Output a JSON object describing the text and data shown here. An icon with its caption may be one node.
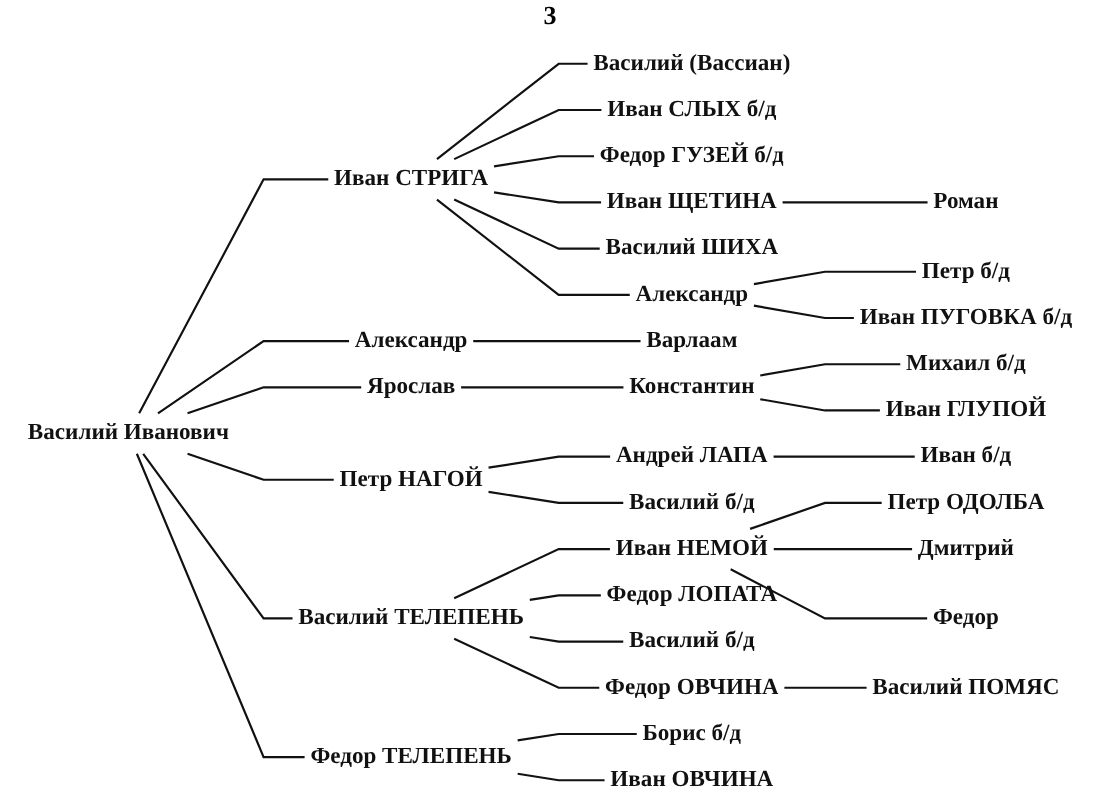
{
  "diagram": {
    "nodes": [
      {
        "text": [
          "Василий Иванович"
        ]
      },
      {
        "text": [
          "Иван СТРИГА"
        ]
      },
      {
        "text": [
          "Василий (Вассиан)"
        ]
      },
      {
        "text": [
          "Иван СЛЫХ б/д"
        ]
      },
      {
        "text": [
          "Федор ГУЗЕЙ б/д"
        ]
      },
      {
        "text": [
          "Иван ЩЕТИНА"
        ]
      },
      {
        "text": [
          "Роман"
        ]
      },
      {
        "text": [
          "Василий ШИХА"
        ]
      },
      {
        "text": [
          "Александр"
        ]
      },
      {
        "text": [
          "Петр б/д"
        ]
      },
      {
        "text": [
          "Иван ПУГОВКА б/д"
        ]
      },
      {
        "text": [
          "Александр"
        ]
      },
      {
        "text": [
          "Варлаам"
        ]
      },
      {
        "text": [
          "Ярослав"
        ]
      },
      {
        "text": [
          "Константин"
        ]
      },
      {
        "text": [
          "Михаил б/д"
        ]
      },
      {
        "text": [
          "Иван ГЛУПОЙ"
        ]
      },
      {
        "text": [
          "Петр НАГОЙ"
        ]
      },
      {
        "text": [
          "Андрей ЛАПА"
        ]
      },
      {
        "text": [
          "Иван б/д"
        ]
      },
      {
        "text": [
          "Василий б/д"
        ]
      },
      {
        "text": [
          "Василий ТЕЛЕПЕНЬ"
        ]
      },
      {
        "text": [
          "Иван НЕМОЙ"
        ]
      },
      {
        "text": [
          "Петр ОДОЛБА"
        ]
      },
      {
        "text": [
          "Дмитрий"
        ]
      },
      {
        "text": [
          "Федор"
        ]
      },
      {
        "text": [
          "Федор ЛОПАТА"
        ]
      },
      {
        "text": [
          "Василий б/д"
        ]
      },
      {
        "text": [
          "Федор ОВЧИНА"
        ]
      },
      {
        "text": [
          "Василий ПОМЯС"
        ]
      },
      {
        "text": [
          "Федор ТЕЛЕПЕНЬ"
        ]
      },
      {
        "text": [
          "Борис б/д"
        ]
      },
      {
        "text": [
          "Иван ОВЧИНА"
        ]
      }
    ],
    "edges": [
      {
        "from": 0,
        "to": 1,
        "arrow": "none"
      },
      {
        "from": 1,
        "to": 2,
        "arrow": "none"
      },
      {
        "from": 1,
        "to": 3,
        "arrow": "none"
      },
      {
        "from": 1,
        "to": 4,
        "arrow": "none"
      },
      {
        "from": 1,
        "to": 5,
        "arrow": "none"
      },
      {
        "from": 5,
        "to": 6,
        "arrow": "none"
      },
      {
        "from": 1,
        "to": 7,
        "arrow": "none"
      },
      {
        "from": 1,
        "to": 8,
        "arrow": "none"
      },
      {
        "from": 8,
        "to": 9,
        "arrow": "none"
      },
      {
        "from": 8,
        "to": 10,
        "arrow": "none"
      },
      {
        "from": 0,
        "to": 11,
        "arrow": "none"
      },
      {
        "from": 11,
        "to": 12,
        "arrow": "none"
      },
      {
        "from": 0,
        "to": 13,
        "arrow": "none"
      },
      {
        "from": 13,
        "to": 14,
        "arrow": "none"
      },
      {
        "from": 14,
        "to": 15,
        "arrow": "none"
      },
      {
        "from": 14,
        "to": 16,
        "arrow": "none"
      },
      {
        "from": 0,
        "to": 17,
        "arrow": "none"
      },
      {
        "from": 17,
        "to": 18,
        "arrow": "none"
      },
      {
        "from": 18,
        "to": 19,
        "arrow": "none"
      },
      {
        "from": 17,
        "to": 20,
        "arrow": "none"
      },
      {
        "from": 0,
        "to": 21,
        "arrow": "none"
      },
      {
        "from": 21,
        "to": 22,
        "arrow": "none"
      },
      {
        "from": 22,
        "to": 23,
        "arrow": "none"
      },
      {
        "from": 22,
        "to": 24,
        "arrow": "none"
      },
      {
        "from": 22,
        "to": 25,
        "arrow": "none"
      },
      {
        "from": 21,
        "to": 26,
        "arrow": "none"
      },
      {
        "from": 21,
        "to": 27,
        "arrow": "none"
      },
      {
        "from": 21,
        "to": 28,
        "arrow": "none"
      },
      {
        "from": 28,
        "to": 29,
        "arrow": "none"
      },
      {
        "from": 0,
        "to": 30,
        "arrow": "none"
      },
      {
        "from": 30,
        "to": 31,
        "arrow": "none"
      },
      {
        "from": 30,
        "to": 32,
        "arrow": "none"
      }
    ],
    "labels": [
      "3"
    ]
  }
}
